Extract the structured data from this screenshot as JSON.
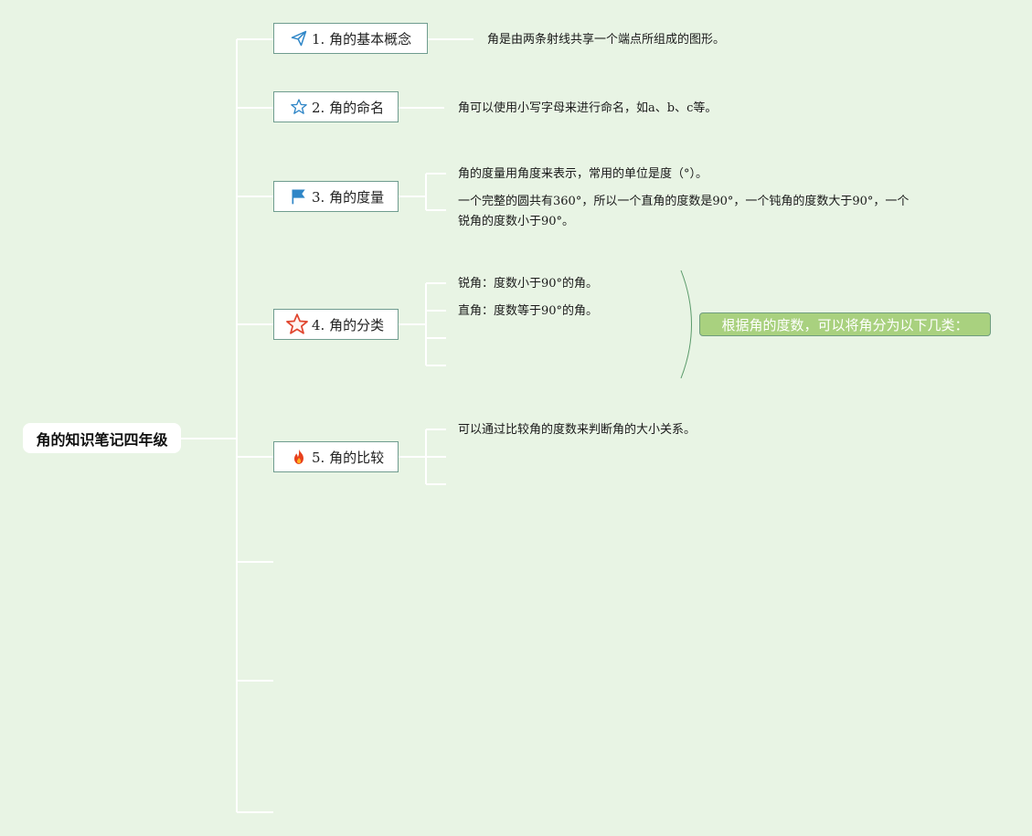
{
  "root": {
    "title": "角的知识笔记四年级"
  },
  "topics": [
    {
      "label": "1. 角的基本概念",
      "icon": "paper-plane-icon"
    },
    {
      "label": "2. 角的命名",
      "icon": "star-outline-icon"
    },
    {
      "label": "3. 角的度量",
      "icon": "flag-icon"
    },
    {
      "label": "4. 角的分类",
      "icon": "red-star-icon"
    },
    {
      "label": "5. 角的比较",
      "icon": "fire-icon"
    }
  ],
  "leaves": {
    "t1": [
      "角是由两条射线共享一个端点所组成的图形。"
    ],
    "t2": [
      "角可以使用小写字母来进行命名，如a、b、c等。"
    ],
    "t3": [
      "角的度量用角度来表示，常用的单位是度（°）。",
      "一个完整的圆共有360°，所以一个直角的度数是90°，一个钝角的度数大于90°，一个锐角的度数小于90°。"
    ],
    "t4": [
      "锐角：度数小于90°的角。",
      "直角：度数等于90°的角。"
    ],
    "t5": [
      "可以通过比较角的度数来判断角的大小关系。"
    ]
  },
  "summary": {
    "label": "根据角的度数，可以将角分为以下几类："
  },
  "colors": {
    "background": "#e8f4e4",
    "connector": "#ffffff",
    "topic_border": "#6f9c8f",
    "summary_fill": "#a9d17f",
    "bracket": "#5a9a6a"
  }
}
